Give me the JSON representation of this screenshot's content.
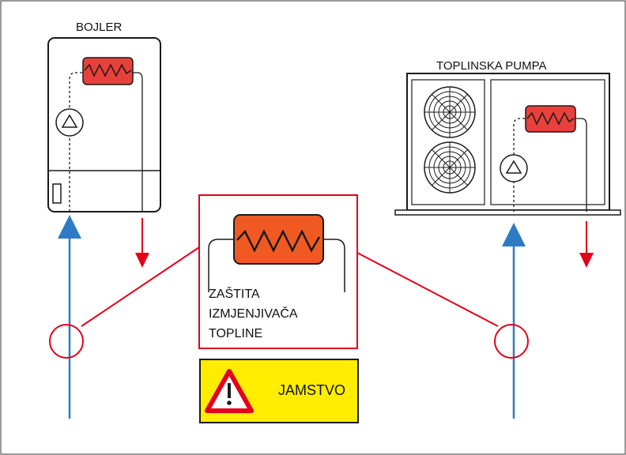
{
  "boiler": {
    "label": "BOJLER"
  },
  "heat_pump": {
    "label": "TOPLINSKA PUMPA"
  },
  "callout": {
    "text": "ZAŠTITA\nIZMJENJIVAČA\nTOPLINE"
  },
  "warning": {
    "label": "JAMSTVO"
  },
  "colors": {
    "supply_blue": "#2e7bc4",
    "return_red": "#e3001b",
    "heater_red": "#e8403a",
    "heater_orange": "#f05a22",
    "warning_yellow": "#ffed00",
    "outline_black": "#1a1a1a"
  },
  "icons": [
    "pump-icon",
    "fan-icon",
    "heat-exchanger-icon",
    "warning-triangle-icon",
    "arrow-up-icon",
    "arrow-down-icon"
  ]
}
